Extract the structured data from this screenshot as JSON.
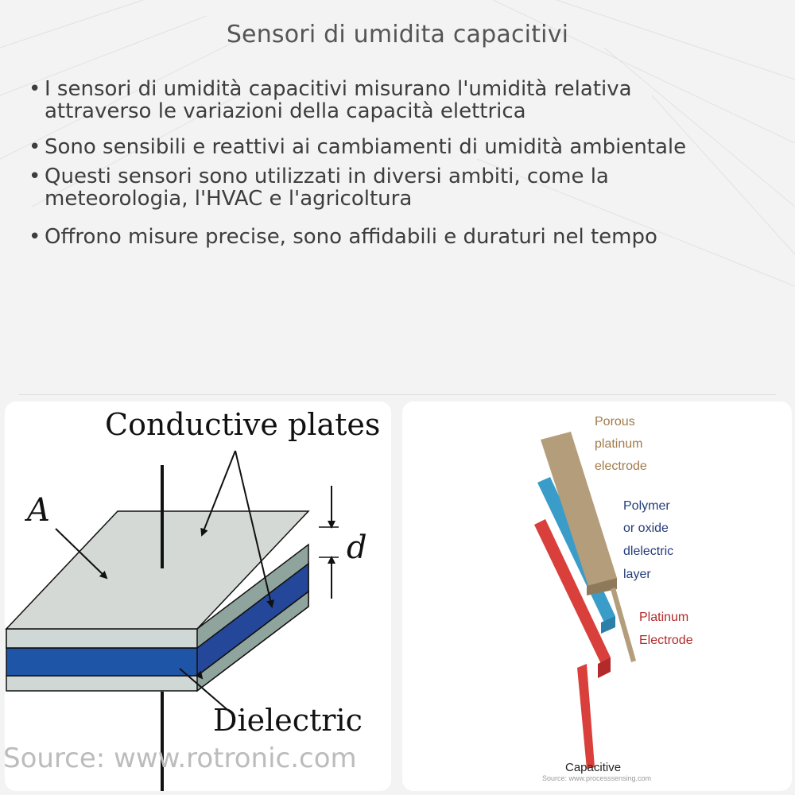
{
  "slide": {
    "title": "Sensori di umidita capacitivi",
    "bullets": [
      {
        "line1": "I sensori di umidità capacitivi misurano l'umidità relativa",
        "line2": "attraverso le variazioni della capacità elettrica"
      },
      {
        "line1": "Sono sensibili e reattivi ai cambiamenti di umidità ambientale",
        "line2": ""
      },
      {
        "line1": "Questi sensori sono utilizzati in diversi ambiti, come la",
        "line2": "meteorologia, l'HVAC e l'agricoltura"
      },
      {
        "line1": "Offrono misure precise, sono affidabili e duraturi nel tempo",
        "line2": ""
      }
    ]
  },
  "left_figure": {
    "label_plates": "Conductive plates",
    "label_area": "A",
    "label_distance": "d",
    "label_dielectric": "Dielectric",
    "source": "Source: www.rotronic.com",
    "colors": {
      "plate": "#cfd8d4",
      "plate_side": "#8fa49d",
      "dielectric": "#1f55a6"
    }
  },
  "right_figure": {
    "label_porous": [
      "Porous",
      "platinum",
      "electrode"
    ],
    "label_polymer": [
      "Polymer",
      "or oxide",
      "dlelectric",
      "layer"
    ],
    "label_platinum": [
      "Platinum",
      "Electrode"
    ],
    "caption": "Capacitive",
    "source": "Source: www.processsensing.com",
    "colors": {
      "porous": "#b49d7a",
      "dielectric": "#3a9cc9",
      "electrode": "#d9403c",
      "label_blue": "#243c7a",
      "label_red": "#b22a2a",
      "label_tan": "#a07a4a"
    }
  }
}
